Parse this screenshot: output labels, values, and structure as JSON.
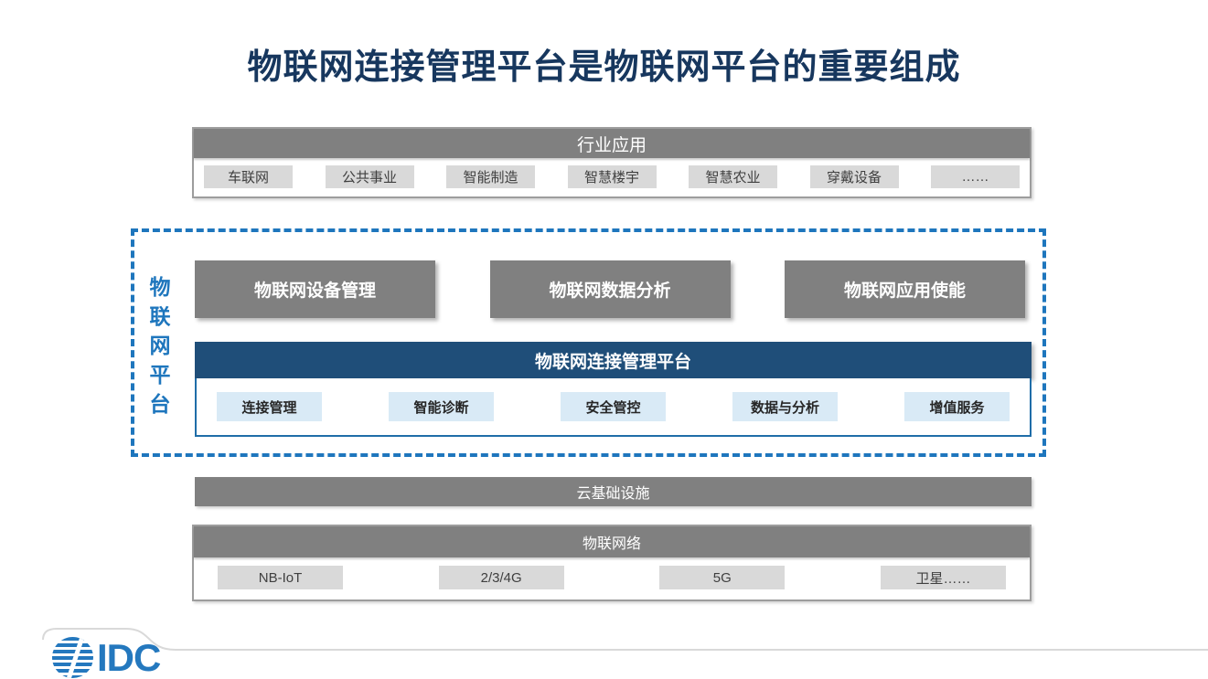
{
  "title": "物联网连接管理平台是物联网平台的重要组成",
  "industry_apps": {
    "header": "行业应用",
    "items": [
      "车联网",
      "公共事业",
      "智能制造",
      "智慧楼宇",
      "智慧农业",
      "穿戴设备",
      "……"
    ]
  },
  "iot_platform": {
    "label": "物联网平台",
    "modules": [
      "物联网设备管理",
      "物联网数据分析",
      "物联网应用使能"
    ],
    "cmp": {
      "header": "物联网连接管理平台",
      "features": [
        "连接管理",
        "智能诊断",
        "安全管控",
        "数据与分析",
        "增值服务"
      ]
    }
  },
  "cloud_bar": "云基础设施",
  "network": {
    "header": "物联网络",
    "items": [
      "NB-IoT",
      "2/3/4G",
      "5G",
      "卫星……"
    ]
  },
  "footer": {
    "logo_text": "IDC"
  },
  "colors": {
    "title_navy": "#17375E",
    "bar_gray": "#808080",
    "chip_gray": "#D9D9D9",
    "dark_blue": "#1F4E79",
    "chip_blue": "#D9EAF6",
    "accent_blue": "#1E76BD",
    "logo_blue": "#2478BE"
  }
}
